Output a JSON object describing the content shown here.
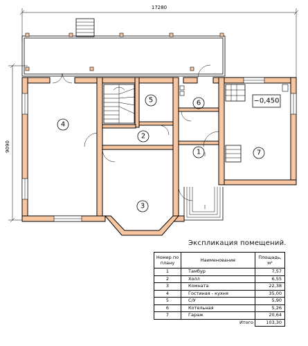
{
  "dimensions": {
    "width_label": "17280",
    "height_label": "9090"
  },
  "rooms": [
    {
      "label": "1"
    },
    {
      "label": "2"
    },
    {
      "label": "3"
    },
    {
      "label": "4"
    },
    {
      "label": "5"
    },
    {
      "label": "6"
    },
    {
      "label": "7"
    }
  ],
  "level_mark": "−0,450",
  "explication": {
    "title": "Экспликация помещений.",
    "headers": {
      "number": "Номер по плану",
      "name": "Наименование",
      "area": "Площадь, м²"
    },
    "rows": [
      {
        "num": "1",
        "name": "Тамбур",
        "area": "7,57"
      },
      {
        "num": "2",
        "name": "Холл",
        "area": "6,55"
      },
      {
        "num": "3",
        "name": "Комната",
        "area": "22,38"
      },
      {
        "num": "4",
        "name": "Гостиная - кухня",
        "area": "35,00"
      },
      {
        "num": "5",
        "name": "С/У",
        "area": "5,90"
      },
      {
        "num": "6",
        "name": "Котельная",
        "area": "5,26"
      },
      {
        "num": "7",
        "name": "Гараж",
        "area": "20,64"
      }
    ],
    "total_label": "Итого",
    "total_value": "103,30"
  }
}
